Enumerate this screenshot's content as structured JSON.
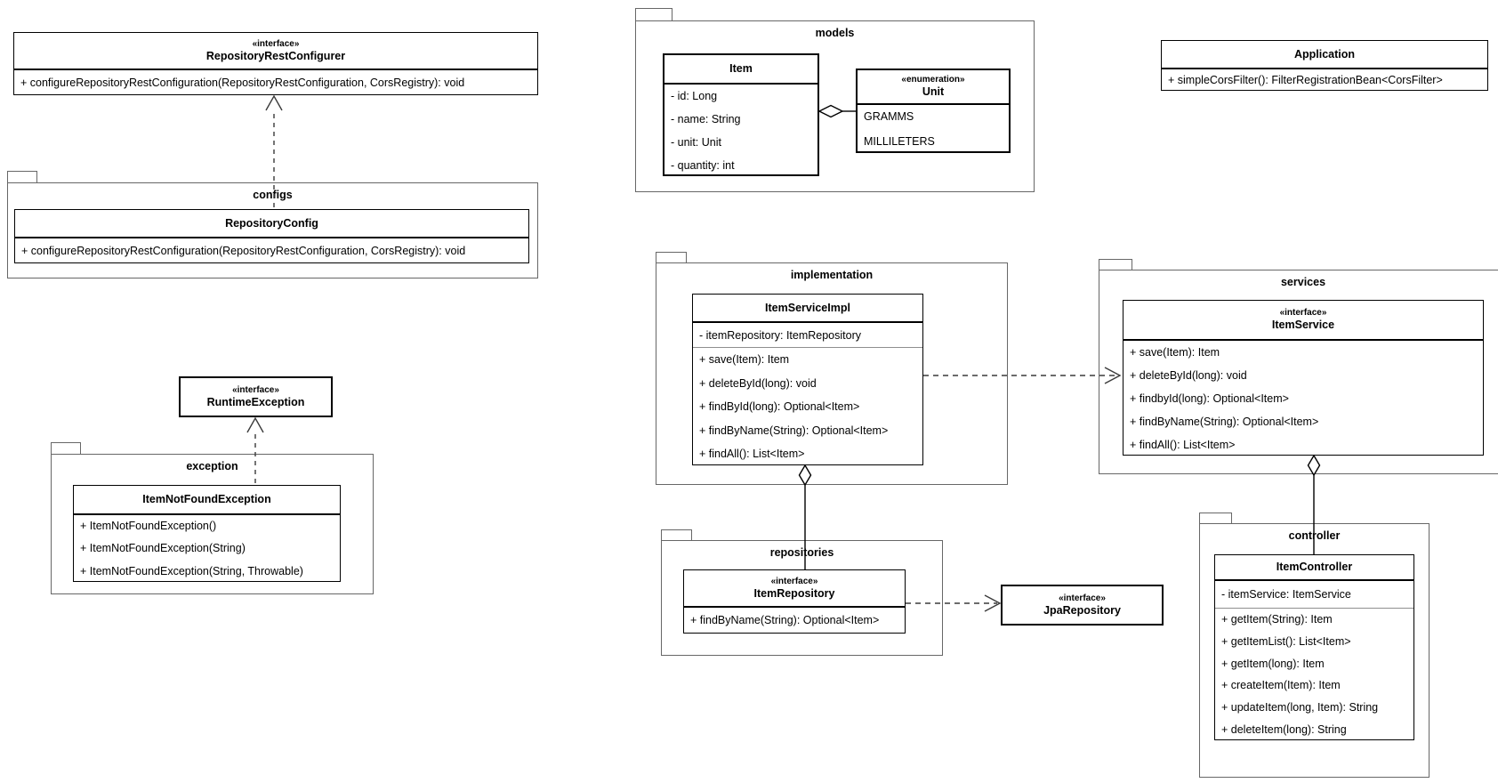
{
  "packages": {
    "configs": {
      "label": "configs"
    },
    "models": {
      "label": "models"
    },
    "exception": {
      "label": "exception"
    },
    "implementation": {
      "label": "implementation"
    },
    "services": {
      "label": "services"
    },
    "repositories": {
      "label": "repositories"
    },
    "controller": {
      "label": "controller"
    }
  },
  "classes": {
    "repositoryRestConfigurer": {
      "stereotype": "«interface»",
      "name": "RepositoryRestConfigurer",
      "methods": [
        "+ configureRepositoryRestConfiguration(RepositoryRestConfiguration, CorsRegistry): void"
      ]
    },
    "repositoryConfig": {
      "name": "RepositoryConfig",
      "methods": [
        "+ configureRepositoryRestConfiguration(RepositoryRestConfiguration, CorsRegistry): void"
      ]
    },
    "runtimeException": {
      "stereotype": "«interface»",
      "name": "RuntimeException"
    },
    "itemNotFoundException": {
      "name": "ItemNotFoundException",
      "methods": [
        "+ ItemNotFoundException()",
        "+ ItemNotFoundException(String)",
        "+ ItemNotFoundException(String, Throwable)"
      ]
    },
    "item": {
      "name": "Item",
      "attributes": [
        "- id: Long",
        "- name: String",
        "- unit: Unit",
        "- quantity: int"
      ]
    },
    "unit": {
      "stereotype": "«enumeration»",
      "name": "Unit",
      "values": [
        "GRAMMS",
        "MILLILETERS"
      ]
    },
    "application": {
      "name": "Application",
      "methods": [
        "+ simpleCorsFilter(): FilterRegistrationBean<CorsFilter>"
      ]
    },
    "itemServiceImpl": {
      "name": "ItemServiceImpl",
      "attributes": [
        "- itemRepository: ItemRepository"
      ],
      "methods": [
        "+ save(Item): Item",
        "+ deleteById(long): void",
        "+ findById(long): Optional<Item>",
        "+ findByName(String): Optional<Item>",
        "+ findAll(): List<Item>"
      ]
    },
    "itemService": {
      "stereotype": "«interface»",
      "name": "ItemService",
      "methods": [
        "+ save(Item): Item",
        "+ deleteById(long): void",
        "+ findbyId(long): Optional<Item>",
        "+ findByName(String): Optional<Item>",
        "+ findAll(): List<Item>"
      ]
    },
    "itemRepository": {
      "stereotype": "«interface»",
      "name": "ItemRepository",
      "methods": [
        "+ findByName(String): Optional<Item>"
      ]
    },
    "jpaRepository": {
      "stereotype": "«interface»",
      "name": "JpaRepository"
    },
    "itemController": {
      "name": "ItemController",
      "attributes": [
        "- itemService: ItemService"
      ],
      "methods": [
        "+ getItem(String): Item",
        "+ getItemList(): List<Item>",
        "+ getItem(long): Item",
        "+ createItem(Item): Item",
        "+ updateItem(long, Item): String",
        "+ deleteItem(long): String"
      ]
    }
  },
  "relationships": [
    {
      "type": "realization-dashed-open-arrow",
      "from": "RepositoryConfig",
      "to": "RepositoryRestConfigurer"
    },
    {
      "type": "realization-dashed-open-arrow",
      "from": "ItemNotFoundException",
      "to": "RuntimeException"
    },
    {
      "type": "aggregation-hollow-diamond",
      "from": "Item",
      "to": "Unit"
    },
    {
      "type": "dependency-dashed-open-arrow",
      "from": "ItemServiceImpl",
      "to": "ItemService"
    },
    {
      "type": "aggregation-hollow-diamond",
      "from": "ItemServiceImpl",
      "to": "ItemRepository"
    },
    {
      "type": "dependency-dashed-open-arrow",
      "from": "ItemRepository",
      "to": "JpaRepository"
    },
    {
      "type": "aggregation-hollow-diamond",
      "from": "ItemService",
      "to": "ItemController"
    }
  ],
  "colors": {
    "background": "#ffffff",
    "class_border": "#000000",
    "package_border": "#676767",
    "text": "#000000"
  }
}
